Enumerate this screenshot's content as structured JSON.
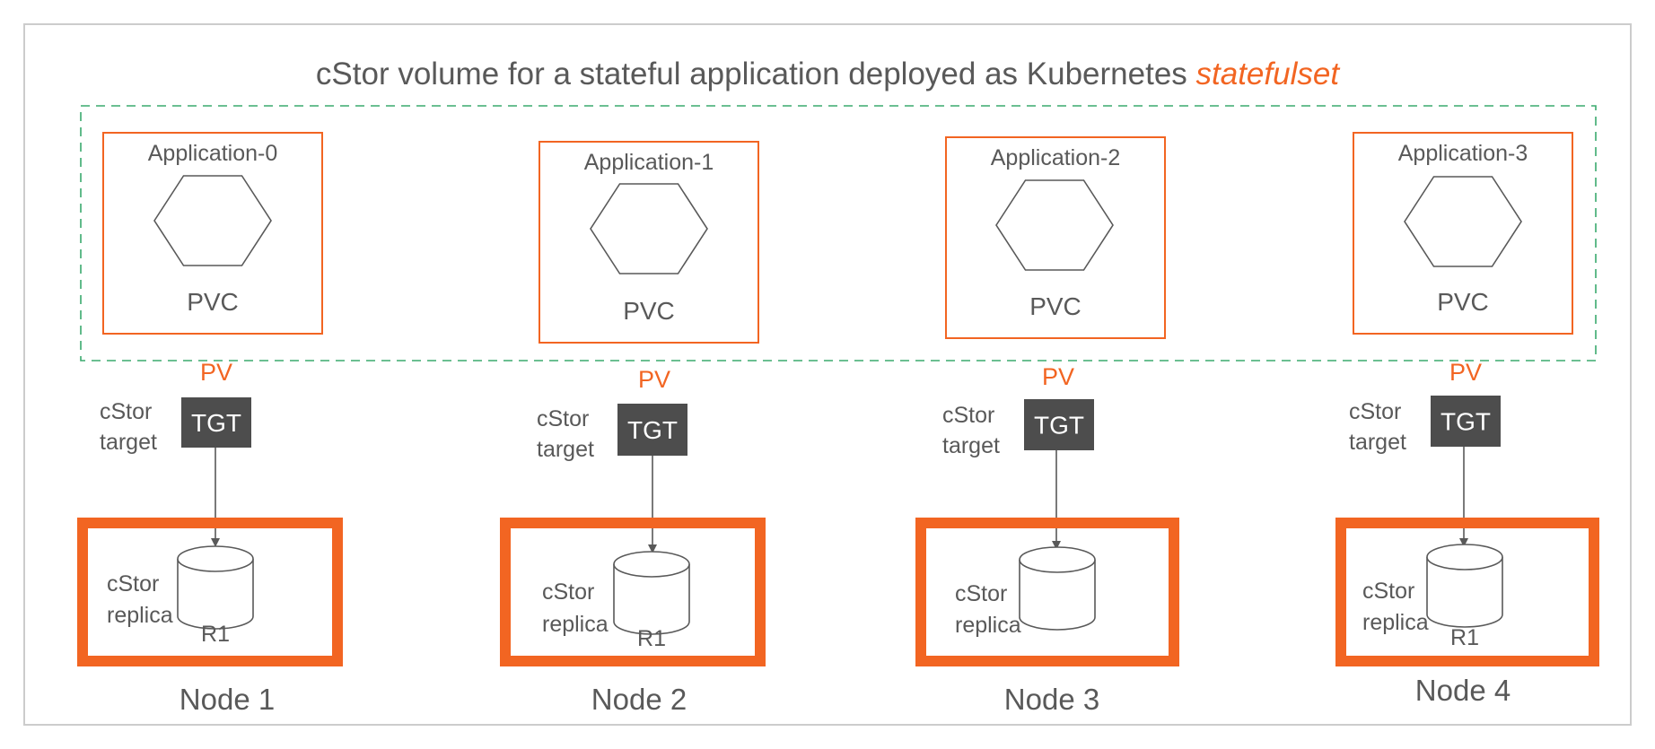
{
  "title": {
    "main": "cStor volume for a stateful application deployed as Kubernetes ",
    "highlight": "statefulset"
  },
  "colors": {
    "accent": "#f26522",
    "text": "#595959",
    "dark_box": "#4d4d4d",
    "dashed": "#3aaa6e",
    "frame": "#cccccc"
  },
  "columns": [
    {
      "app": "Application-0",
      "pvc": "PVC",
      "pv": "PV",
      "target_label": [
        "cStor",
        "target"
      ],
      "tgt": "TGT",
      "replica_label": [
        "cStor",
        "replica"
      ],
      "replica_id": "R1",
      "node": "Node 1"
    },
    {
      "app": "Application-1",
      "pvc": "PVC",
      "pv": "PV",
      "target_label": [
        "cStor",
        "target"
      ],
      "tgt": "TGT",
      "replica_label": [
        "cStor",
        "replica"
      ],
      "replica_id": "R1",
      "node": "Node 2"
    },
    {
      "app": "Application-2",
      "pvc": "PVC",
      "pv": "PV",
      "target_label": [
        "cStor",
        "target"
      ],
      "tgt": "TGT",
      "replica_label": [
        "cStor",
        "replica"
      ],
      "replica_id": "",
      "node": "Node 3"
    },
    {
      "app": "Application-3",
      "pvc": "PVC",
      "pv": "PV",
      "target_label": [
        "cStor",
        "target"
      ],
      "tgt": "TGT",
      "replica_label": [
        "cStor",
        "replica"
      ],
      "replica_id": "R1",
      "node": "Node 4"
    }
  ]
}
